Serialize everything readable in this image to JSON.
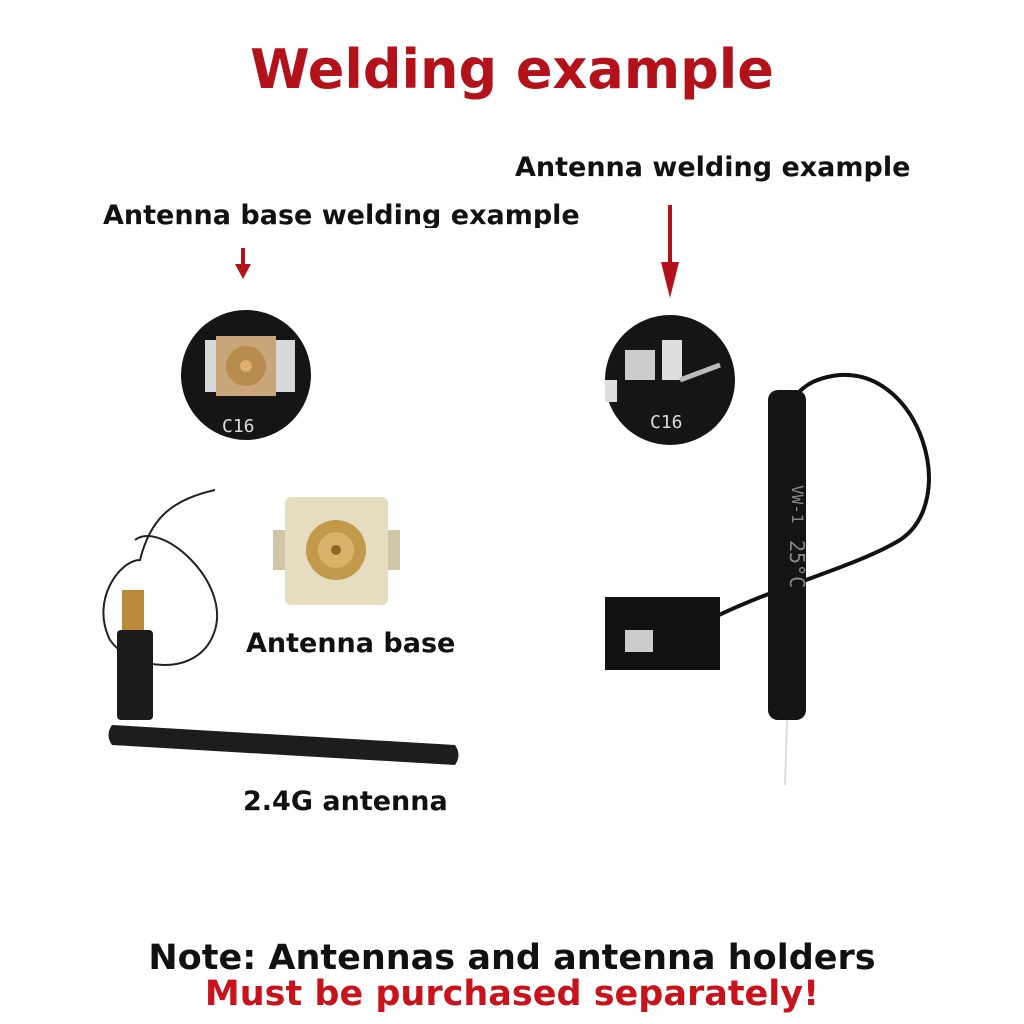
{
  "title": "Welding example",
  "labels": {
    "antenna_welding": "Antenna welding example",
    "antenna_base_welding": "Antenna base welding example",
    "antenna_base": "Antenna base",
    "antenna_24g": "2.4G antenna"
  },
  "pcb_marking": "C16",
  "antenna_print": {
    "model": "VW-1",
    "temp": "25°C"
  },
  "note": {
    "line1": "Note: Antennas and antenna holders",
    "line2": "Must be purchased separately!"
  },
  "colors": {
    "accent": "#b3121b",
    "text": "#111111"
  }
}
